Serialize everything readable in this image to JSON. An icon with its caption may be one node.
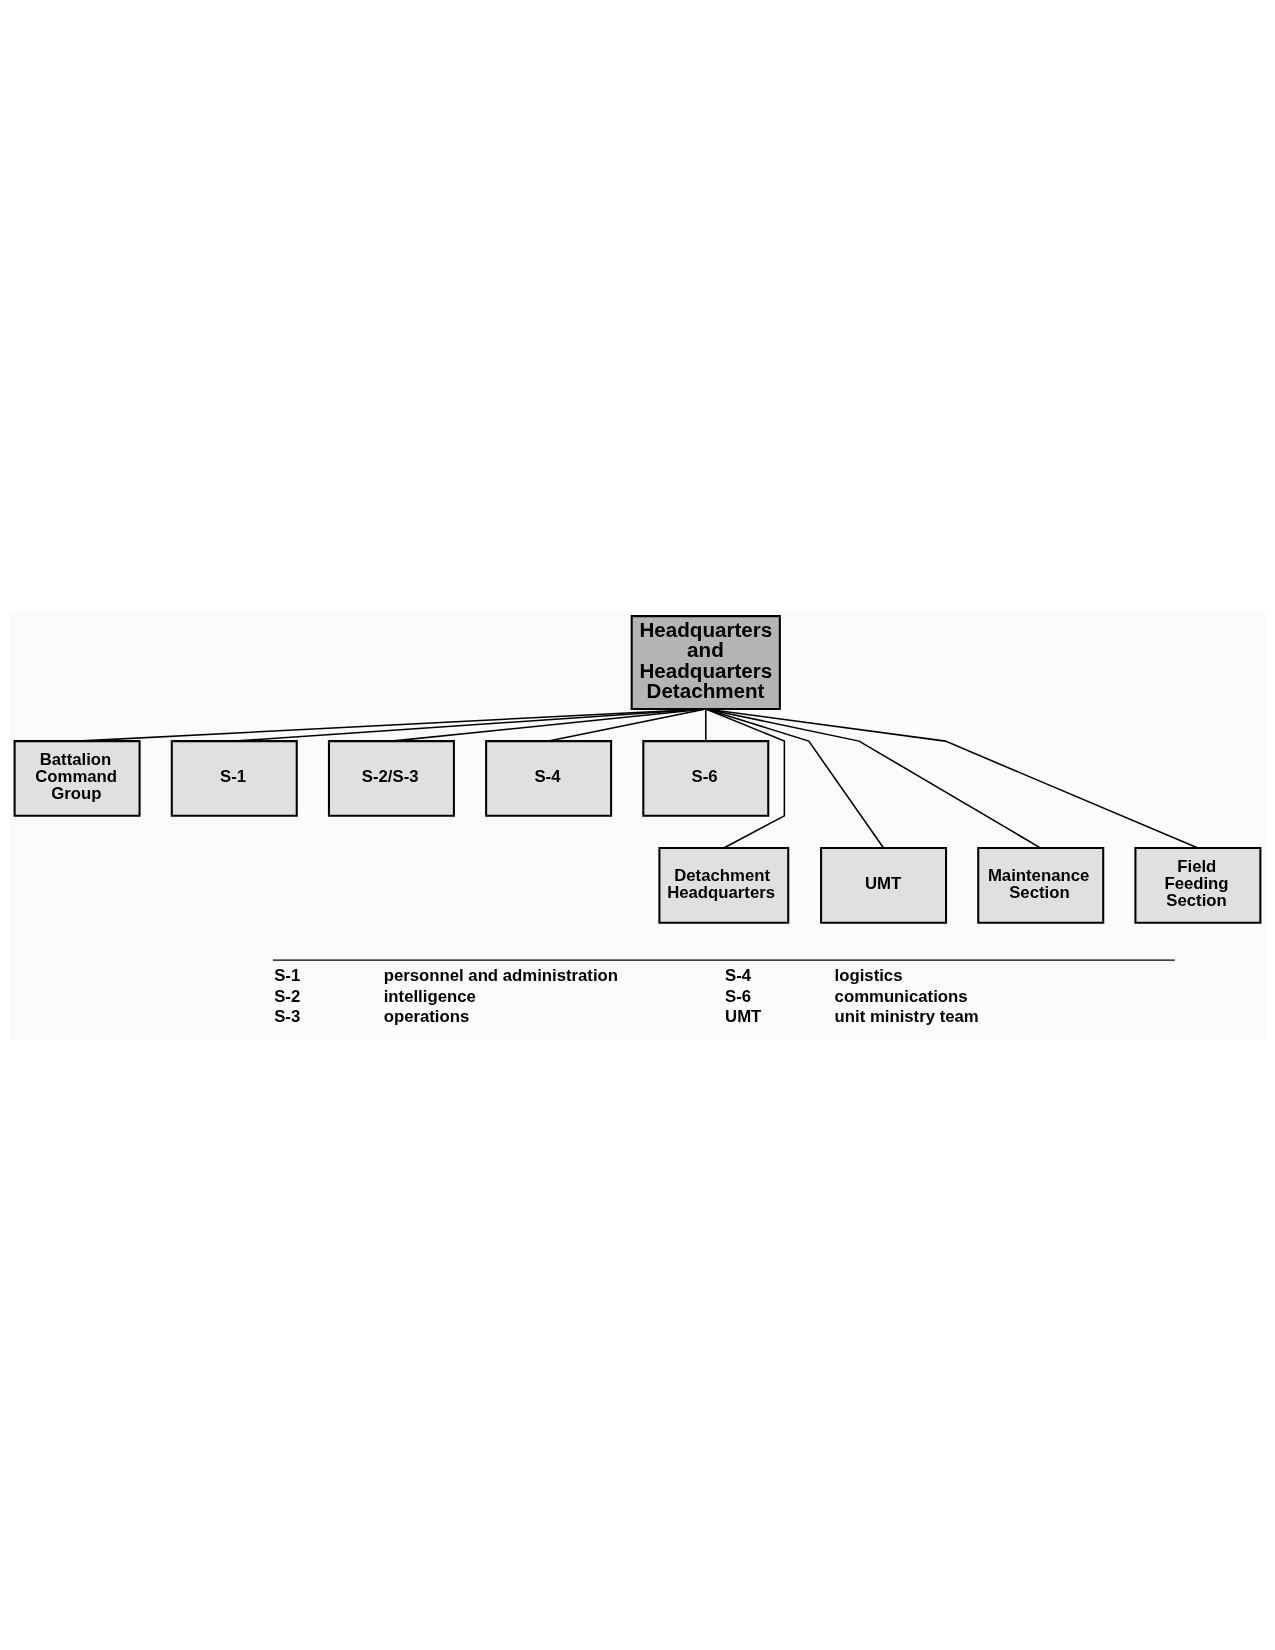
{
  "diagram": {
    "nodes": [
      {
        "text": [
          "Headquarters and Headquarters Detachment"
        ]
      },
      {
        "text": [
          "Battalion Command Group"
        ]
      },
      {
        "text": [
          "S-1"
        ]
      },
      {
        "text": [
          "S-2/S-3"
        ]
      },
      {
        "text": [
          "S-4"
        ]
      },
      {
        "text": [
          "S-6"
        ]
      },
      {
        "text": [
          "Detachment Headquarters"
        ]
      },
      {
        "text": [
          "UMT"
        ]
      },
      {
        "text": [
          "Maintenance Section"
        ]
      },
      {
        "text": [
          "Field Feeding Section"
        ]
      }
    ],
    "edges": [
      {
        "from": 0,
        "to": 1,
        "arrow": "none"
      },
      {
        "from": 0,
        "to": 2,
        "arrow": "none"
      },
      {
        "from": 0,
        "to": 3,
        "arrow": "none"
      },
      {
        "from": 0,
        "to": 4,
        "arrow": "none"
      },
      {
        "from": 0,
        "to": 5,
        "arrow": "none"
      },
      {
        "from": 0,
        "to": 6,
        "arrow": "none"
      },
      {
        "from": 0,
        "to": 7,
        "arrow": "none"
      },
      {
        "from": 0,
        "to": 8,
        "arrow": "none"
      },
      {
        "from": 0,
        "to": 9,
        "arrow": "none"
      }
    ],
    "labels": [
      "S-1",
      "personnel and administration",
      "S-4",
      "logistics",
      "S-2",
      "intelligence",
      "S-6",
      "communications",
      "S-3",
      "operations",
      "UMT",
      "unit ministry team"
    ]
  }
}
